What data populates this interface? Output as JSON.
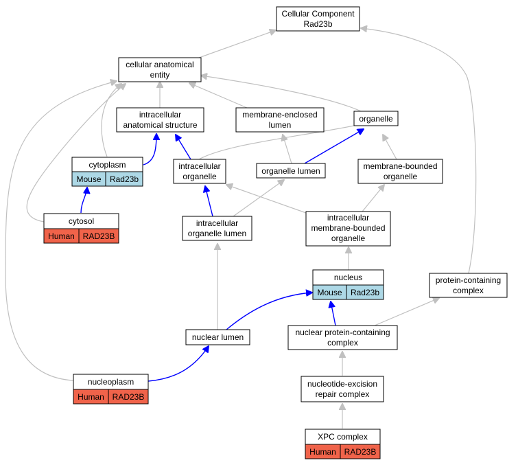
{
  "diagram": {
    "nodes": {
      "root": {
        "line1": "Cellular Component",
        "line2": "Rad23b"
      },
      "cae": {
        "line1": "cellular anatomical",
        "line2": "entity"
      },
      "ias": {
        "line1": "intracellular",
        "line2": "anatomical structure"
      },
      "mel": {
        "line1": "membrane-enclosed",
        "line2": "lumen"
      },
      "organelle": {
        "line1": "organelle"
      },
      "cytoplasm": {
        "line1": "cytoplasm",
        "species": "Mouse",
        "gene": "Rad23b"
      },
      "io": {
        "line1": "intracellular",
        "line2": "organelle"
      },
      "ol": {
        "line1": "organelle lumen"
      },
      "mbo": {
        "line1": "membrane-bounded",
        "line2": "organelle"
      },
      "cytosol": {
        "line1": "cytosol",
        "species": "Human",
        "gene": "RAD23B"
      },
      "iol": {
        "line1": "intracellular",
        "line2": "organelle lumen"
      },
      "imbo": {
        "line1": "intracellular",
        "line2": "membrane-bounded",
        "line3": "organelle"
      },
      "nucleus": {
        "line1": "nucleus",
        "species": "Mouse",
        "gene": "Rad23b"
      },
      "pcc": {
        "line1": "protein-containing",
        "line2": "complex"
      },
      "nl": {
        "line1": "nuclear lumen"
      },
      "npcc": {
        "line1": "nuclear protein-containing",
        "line2": "complex"
      },
      "nucleoplasm": {
        "line1": "nucleoplasm",
        "species": "Human",
        "gene": "RAD23B"
      },
      "ner": {
        "line1": "nucleotide-excision",
        "line2": "repair complex"
      },
      "xpc": {
        "line1": "XPC complex",
        "species": "Human",
        "gene": "RAD23B"
      }
    },
    "colors": {
      "mouse_cell": "#add8e6",
      "human_cell": "#f0634a",
      "edge_gray": "#c0c0c0",
      "edge_blue": "#0000ff"
    }
  }
}
